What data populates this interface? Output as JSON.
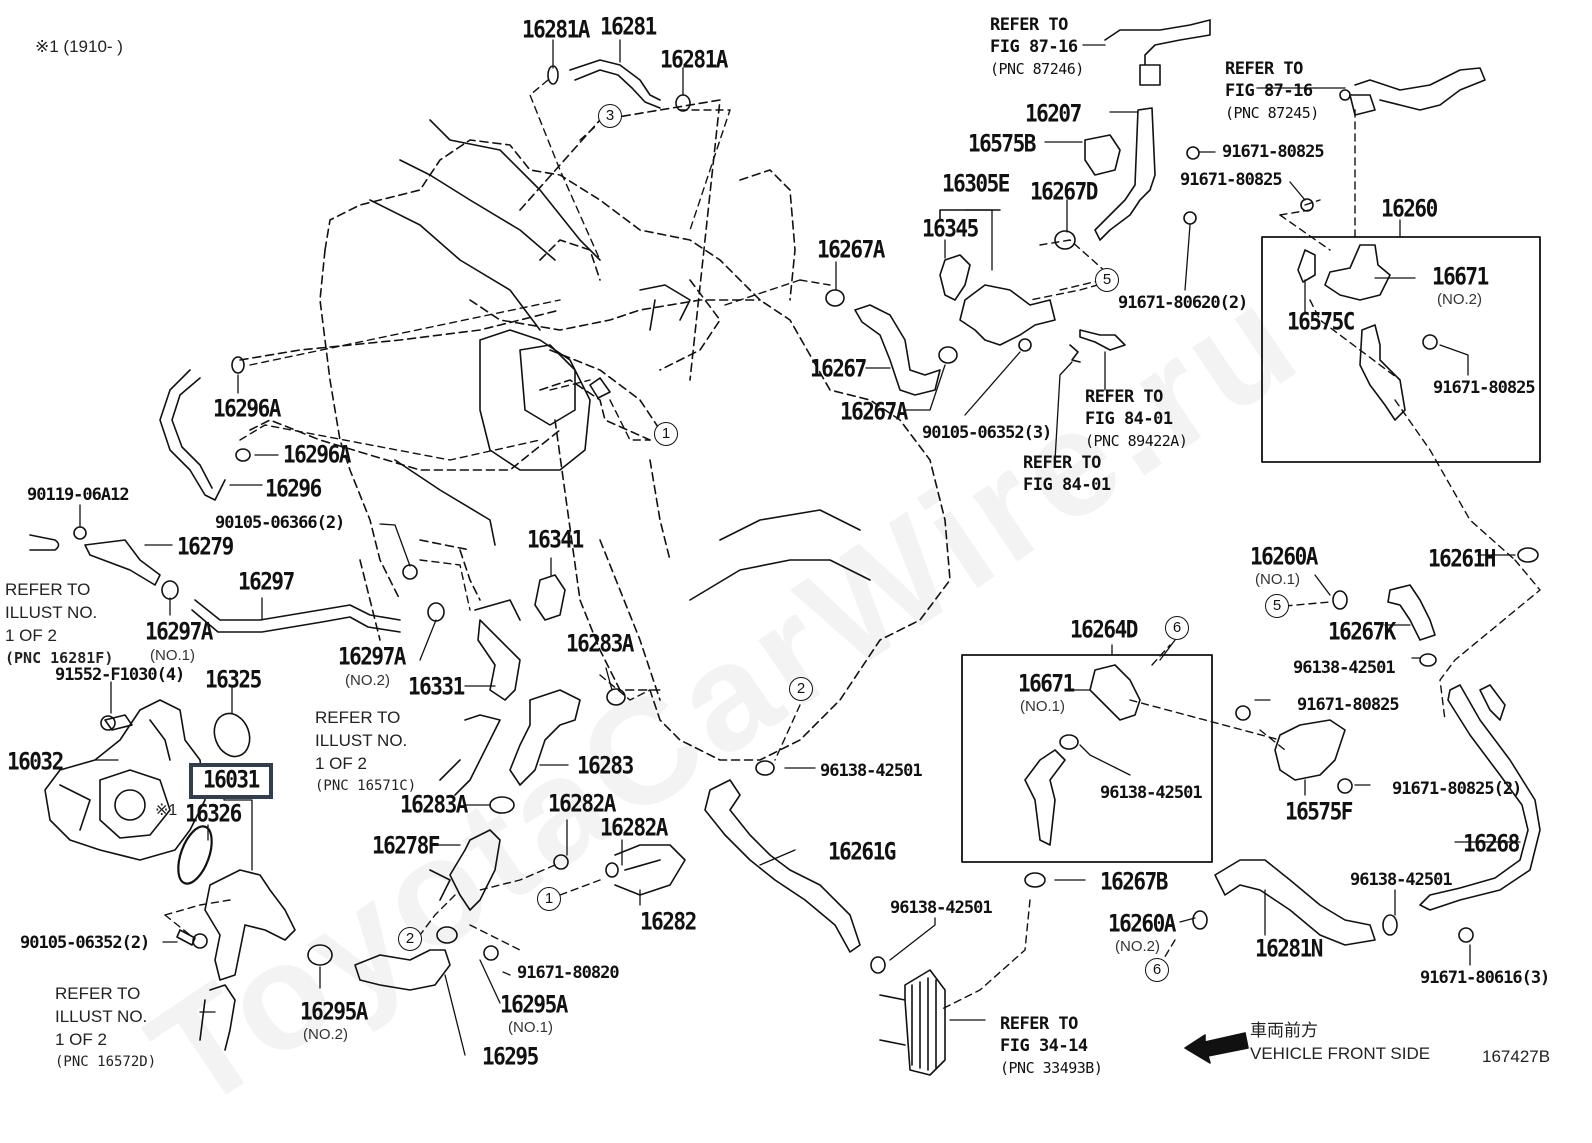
{
  "diagram": {
    "title_note": "※1 (1910-        )",
    "figure_id": "167427B",
    "watermark": "ToyotaCarWire.ru",
    "highlighted_part": "16031",
    "highlight_color": "#2f3f4f",
    "direction": {
      "japanese": "車両前方",
      "english": "VEHICLE FRONT SIDE",
      "arrow": "arrow-left"
    },
    "parts": {
      "p16281A_a": "16281A",
      "p16281": "16281",
      "p16281A_b": "16281A",
      "p16296A_a": "16296A",
      "p16296A_b": "16296A",
      "p16296": "16296",
      "p90119": "90119-06A12",
      "p16279": "16279",
      "p90105_06366": "90105-06366(2)",
      "p16341": "16341",
      "p16297": "16297",
      "p16297A_1": "16297A",
      "p16297A_1_sub": "(NO.1)",
      "p16297A_2": "16297A",
      "p16297A_2_sub": "(NO.2)",
      "p16331": "16331",
      "p16283A_a": "16283A",
      "p16283": "16283",
      "p16283A_b": "16283A",
      "p16282A_a": "16282A",
      "p16282A_b": "16282A",
      "p16282": "16282",
      "p16278F": "16278F",
      "p91671_80820": "91671-80820",
      "p16295A_1": "16295A",
      "p16295A_1_sub": "(NO.1)",
      "p16295A_2": "16295A",
      "p16295A_2_sub": "(NO.2)",
      "p16295": "16295",
      "p91552": "91552-F1030(4)",
      "p16325": "16325",
      "p16032": "16032",
      "p16031": "16031",
      "p16326_mark": "※1",
      "p16326": "16326",
      "p90105_06352_2": "90105-06352(2)",
      "p16207": "16207",
      "p16575B": "16575B",
      "p91671_80825_a": "91671-80825",
      "p91671_80825_b": "91671-80825",
      "p16305E": "16305E",
      "p16267D": "16267D",
      "p16345": "16345",
      "p16267A_a": "16267A",
      "p16267": "16267",
      "p16267A_b": "16267A",
      "p91671_80620": "91671-80620(2)",
      "p90105_06352_3": "90105-06352(3)",
      "p16260": "16260",
      "p16671_2": "16671",
      "p16671_2_sub": "(NO.2)",
      "p16575C": "16575C",
      "p91671_80825_c": "91671-80825",
      "p16261H": "16261H",
      "p16260A_1": "16260A",
      "p16260A_1_sub": "(NO.1)",
      "p16267K": "16267K",
      "p96138_a": "96138-42501",
      "p91671_80825_d": "91671-80825",
      "p16575F": "16575F",
      "p91671_80825_2": "91671-80825(2)",
      "p16268": "16268",
      "p16264D": "16264D",
      "p16671_1": "16671",
      "p16671_1_sub": "(NO.1)",
      "p96138_b": "96138-42501",
      "p96138_c": "96138-42501",
      "p16261G": "16261G",
      "p96138_d": "96138-42501",
      "p16267B": "16267B",
      "p16260A_2": "16260A",
      "p16260A_2_sub": "(NO.2)",
      "p16281N": "16281N",
      "p96138_e": "96138-42501",
      "p91671_80616": "91671-80616(3)"
    },
    "references": {
      "fig87_16_a": {
        "line1": "REFER TO",
        "line2": "FIG 87-16",
        "line3": "(PNC 87246)"
      },
      "fig87_16_b": {
        "line1": "REFER TO",
        "line2": "FIG 87-16",
        "line3": "(PNC 87245)"
      },
      "fig84_01_a": {
        "line1": "REFER TO",
        "line2": "FIG 84-01",
        "line3": "(PNC 89422A)"
      },
      "fig84_01_b": {
        "line1": "REFER TO",
        "line2": "FIG 84-01"
      },
      "fig34_14": {
        "line1": "REFER TO",
        "line2": "FIG 34-14",
        "line3": "(PNC 33493B)"
      },
      "illust_16281F": {
        "line1": "REFER TO",
        "line2": "ILLUST NO.",
        "line3": "1 OF 2",
        "line4": "(PNC 16281F)"
      },
      "illust_16571C": {
        "line1": "REFER TO",
        "line2": "ILLUST NO.",
        "line3": "1 OF 2",
        "line4": "(PNC 16571C)"
      },
      "illust_16572D": {
        "line1": "REFER TO",
        "line2": "ILLUST NO.",
        "line3": "1 OF 2",
        "line4": "(PNC 16572D)"
      }
    },
    "callouts": {
      "c1a": "1",
      "c1b": "1",
      "c2a": "2",
      "c2b": "2",
      "c3": "3",
      "c5a": "5",
      "c5b": "5",
      "c6a": "6",
      "c6b": "6"
    }
  }
}
